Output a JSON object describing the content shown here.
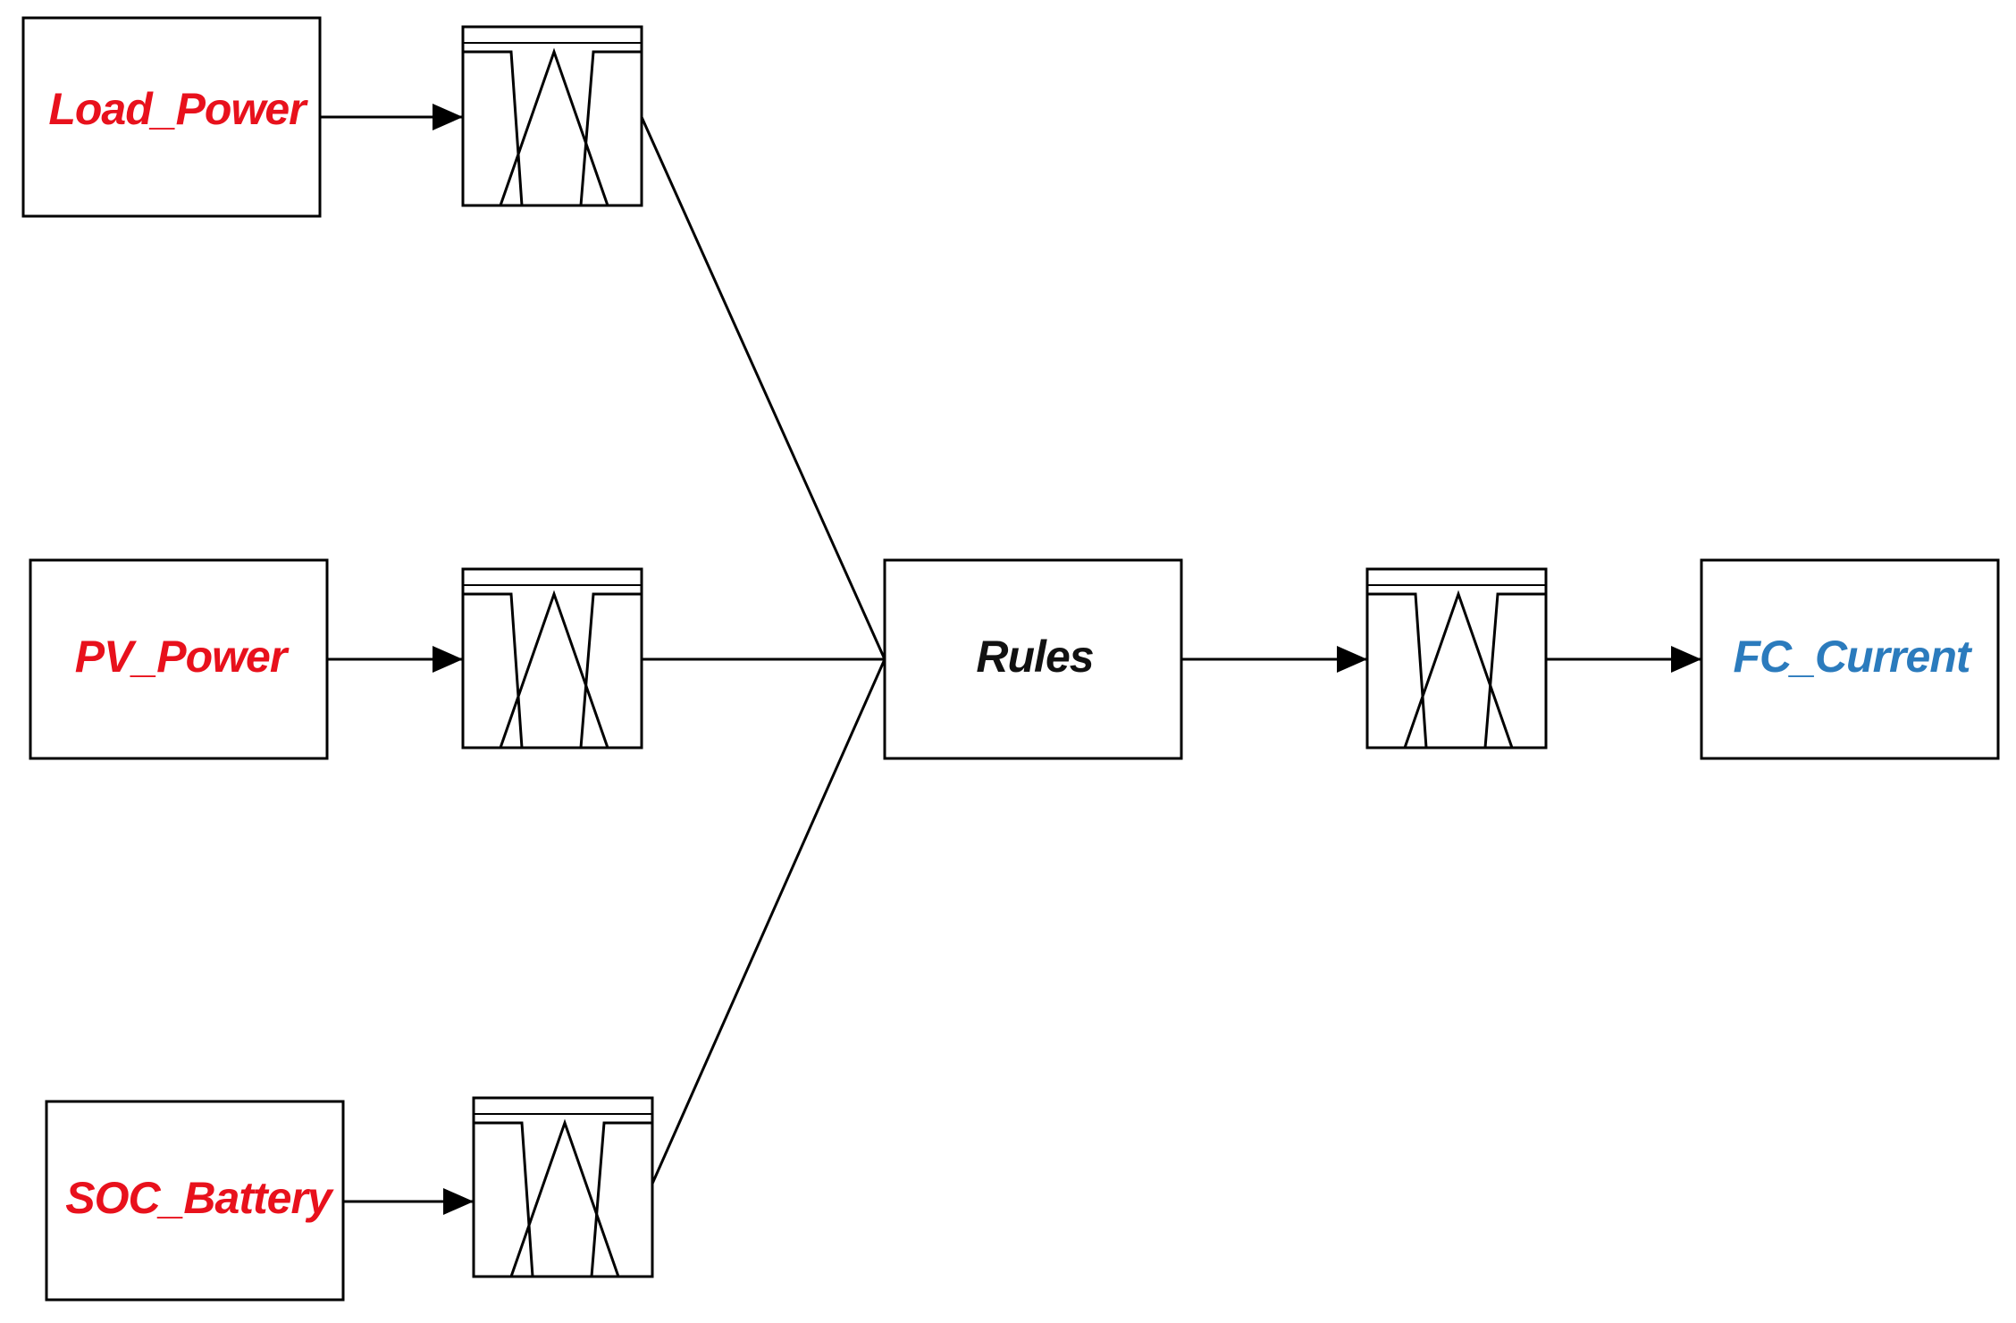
{
  "nodes": {
    "load_power": {
      "label": "Load_Power"
    },
    "pv_power": {
      "label": "PV_Power"
    },
    "soc_battery": {
      "label": "SOC_Battery"
    },
    "rules": {
      "label": "Rules"
    },
    "fc_current": {
      "label": "FC_Current"
    }
  },
  "colors": {
    "input_text": "#e8111c",
    "output_text": "#2b7bbd",
    "rules_text": "#111111",
    "stroke": "#000000"
  }
}
